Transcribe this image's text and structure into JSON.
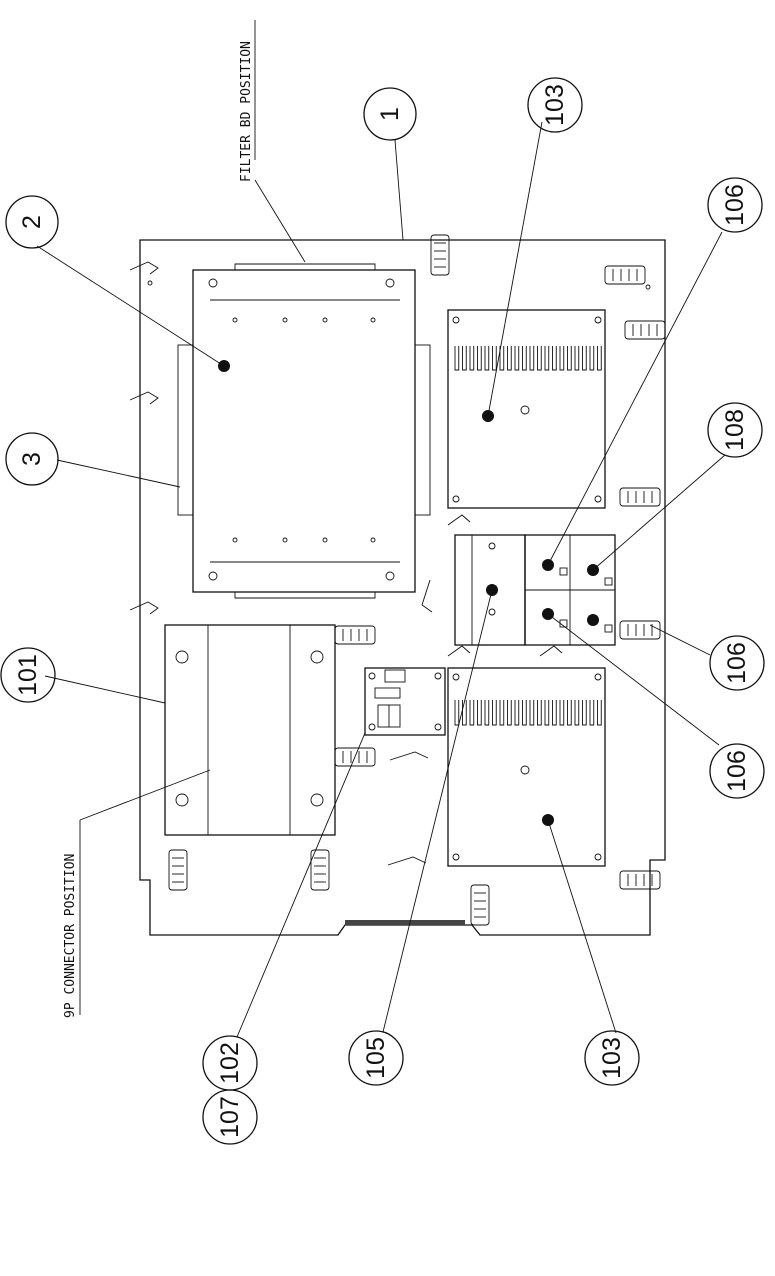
{
  "notes": {
    "filter_bd": "FILTER BD POSITION",
    "connector_9p": "9P CONNECTOR POSITION"
  },
  "callouts": {
    "c1": "1",
    "c2": "2",
    "c3": "3",
    "c101": "101",
    "c102": "102",
    "c103_top": "103",
    "c103_bottom": "103",
    "c105": "105",
    "c106_a": "106",
    "c106_b": "106",
    "c106_c": "106",
    "c107": "107",
    "c108": "108"
  }
}
